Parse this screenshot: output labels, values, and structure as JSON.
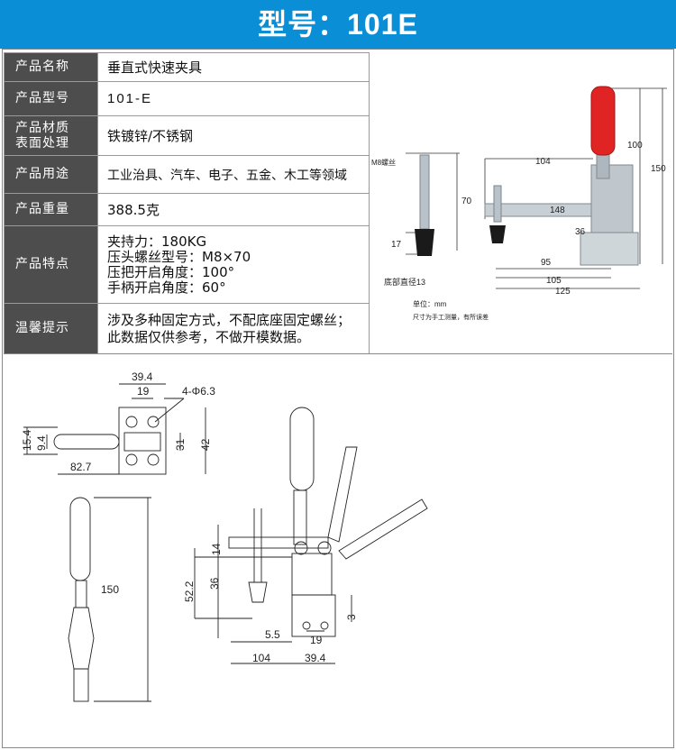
{
  "banner": {
    "title": "型号：101E"
  },
  "specs": {
    "name_label": "产品名称",
    "name_value": "垂直式快速夹具",
    "model_label": "产品型号",
    "model_value": "101-E",
    "material_label_1": "产品材质",
    "material_label_2": "表面处理",
    "material_value": "铁镀锌/不锈钢",
    "usage_label": "产品用途",
    "usage_value": "工业治具、汽车、电子、五金、木工等领域",
    "weight_label": "产品重量",
    "weight_value": "388.5克",
    "features_label": "产品特点",
    "features": [
      "夹持力：180KG",
      "压头螺丝型号：M8×70",
      "压把开启角度：100°",
      "手柄开启角度：60°"
    ],
    "notice_label": "温馨提示",
    "notice_lines": [
      "涉及多种固定方式，不配底座固定螺丝；",
      "此数据仅供参考，不做开模数据。"
    ]
  },
  "photo": {
    "screw_label": "M8螺丝",
    "dim_70": "70",
    "dim_17": "17",
    "base_diameter": "底部直径13",
    "dim_104": "104",
    "dim_148": "148",
    "dim_36": "36",
    "dim_95": "95",
    "dim_105": "105",
    "dim_125": "125",
    "dim_100": "100",
    "dim_150": "150",
    "unit": "单位：mm",
    "note": "尺寸为手工测量，有所误差"
  },
  "drawing": {
    "d_39_4": "39.4",
    "d_19": "19",
    "d_holes": "4-Φ6.3",
    "d_15_4": "15.4",
    "d_9_4": "9.4",
    "d_31": "31",
    "d_42": "42",
    "d_82_7": "82.7",
    "d_150": "150",
    "s_14": "14",
    "s_36": "36",
    "s_52_2": "52.2",
    "s_3": "3",
    "s_5_5": "5.5",
    "s_19": "19",
    "s_104": "104",
    "s_39_4": "39.4"
  },
  "colors": {
    "banner": "#0a8fd6",
    "label_bg": "#4d4d4d",
    "model": "#0a8fd6",
    "notice": "#e0140e",
    "grip": "#e02424"
  }
}
